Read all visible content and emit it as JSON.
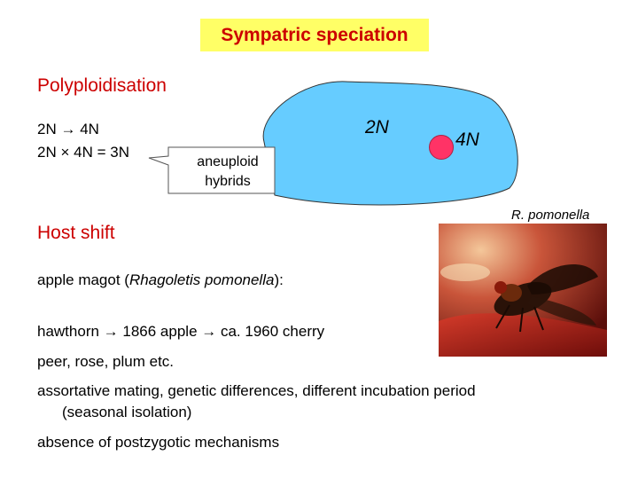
{
  "title": "Sympatric speciation",
  "polyploid": {
    "heading": "Polyploidisation",
    "formula1_a": "2N",
    "formula1_arrow": "→",
    "formula1_b": "4N",
    "formula2_a": "2N",
    "formula2_op": "×",
    "formula2_b": "4N",
    "formula2_eq": " = ",
    "formula2_c": "3N"
  },
  "diagram": {
    "label_2n": "2N",
    "label_4n": "4N",
    "callout_line1": "aneuploid",
    "callout_line2": "hybrids"
  },
  "host_shift": {
    "heading": "Host shift",
    "line1_prefix": "apple magot (",
    "line1_species": "Rhagoletis pomonella",
    "line1_suffix": "):",
    "line2": "hawthorn → 1866 apple → ca. 1960 cherry",
    "line3": "peer, rose, plum etc.",
    "line4": "assortative mating, genetic differences, different incubation period",
    "line5": "(seasonal isolation)",
    "line6": "absence of postzygotic mechanisms"
  },
  "photo": {
    "caption": "R. pomonella"
  },
  "colors": {
    "title_bg": "#ffff66",
    "heading": "#cc0000",
    "blob_fill": "#66ccff",
    "dot_fill": "#ff3366"
  }
}
